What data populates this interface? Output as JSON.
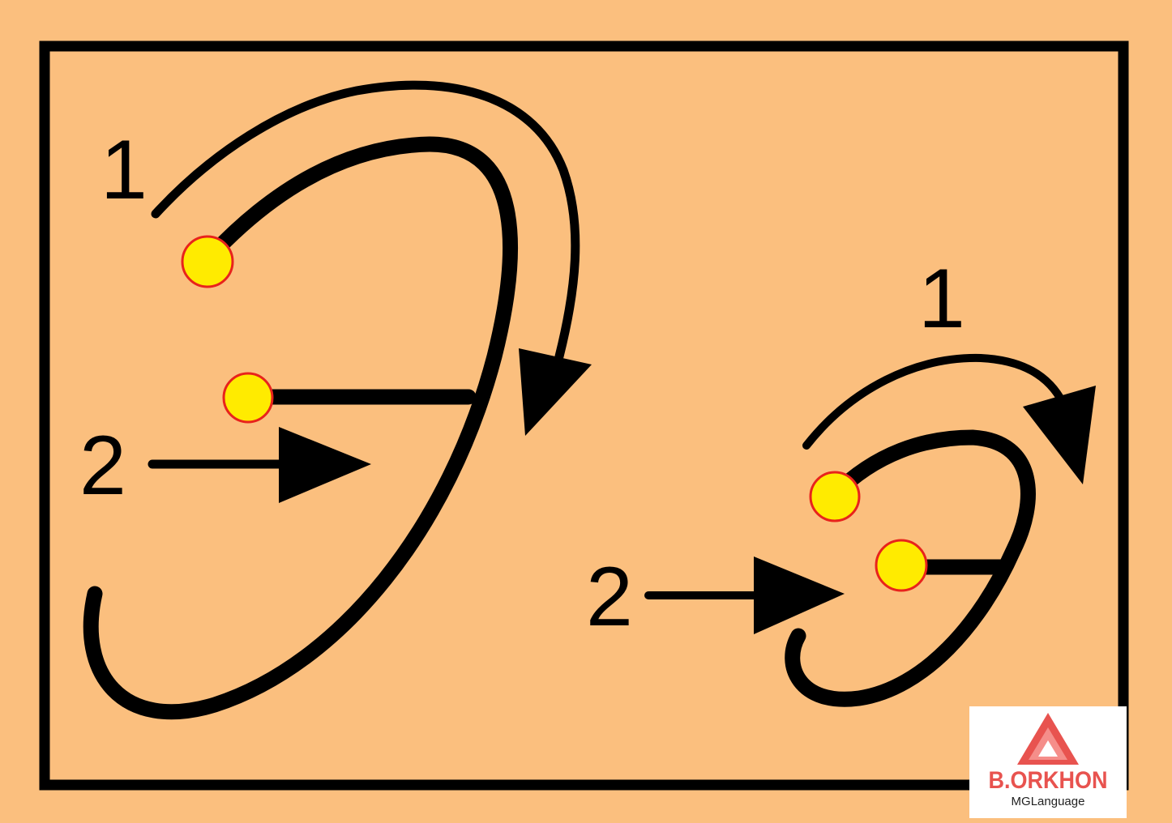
{
  "large_letter": {
    "stroke_1_label": "1",
    "stroke_2_label": "2"
  },
  "small_letter": {
    "stroke_1_label": "1",
    "stroke_2_label": "2"
  },
  "logo": {
    "title": "B.ORKHON",
    "subtitle": "MGLanguage"
  },
  "colors": {
    "background": "#FBBF7E",
    "ink": "#000000",
    "start_dot_fill": "#FFEB00",
    "start_dot_outline": "#E8231C",
    "logo_accent": "#E8534F"
  }
}
